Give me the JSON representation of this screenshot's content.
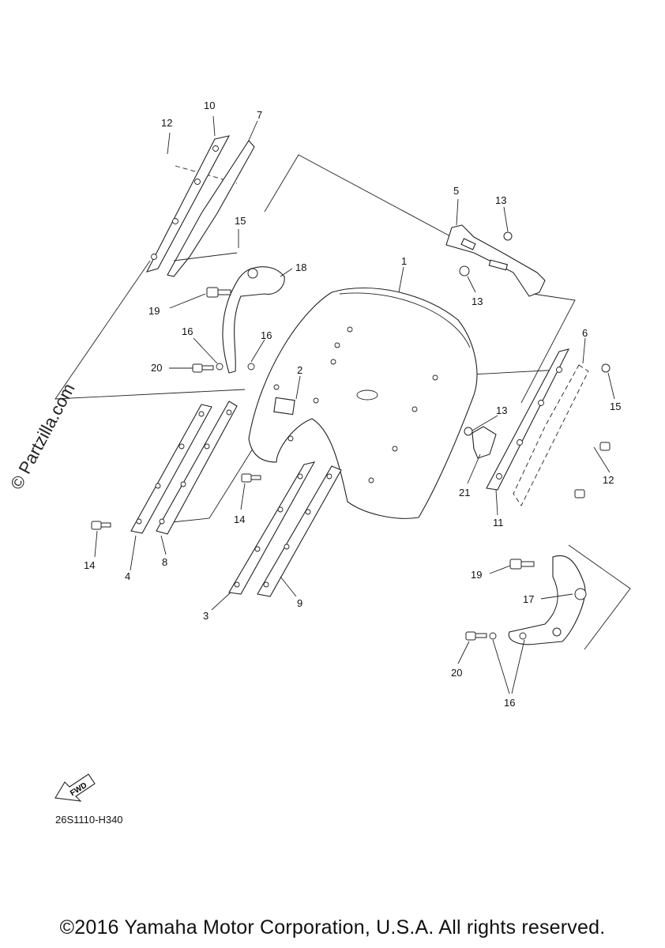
{
  "watermark": "© Partzilla.com",
  "diagram_code": "26S1110-H340",
  "fwd_label": "FWD",
  "copyright": "©2016 Yamaha Motor Corporation, U.S.A. All rights reserved.",
  "callouts": {
    "c1": "1",
    "c2": "2",
    "c3": "3",
    "c4": "4",
    "c5": "5",
    "c6": "6",
    "c7": "7",
    "c8": "8",
    "c9": "9",
    "c10": "10",
    "c11": "11",
    "c12a": "12",
    "c12b": "12",
    "c13a": "13",
    "c13b": "13",
    "c13c": "13",
    "c14a": "14",
    "c14b": "14",
    "c15a": "15",
    "c15b": "15",
    "c16a": "16",
    "c16b": "16",
    "c16c": "16",
    "c17": "17",
    "c18": "18",
    "c19a": "19",
    "c19b": "19",
    "c20a": "20",
    "c20b": "20",
    "c21": "21"
  }
}
